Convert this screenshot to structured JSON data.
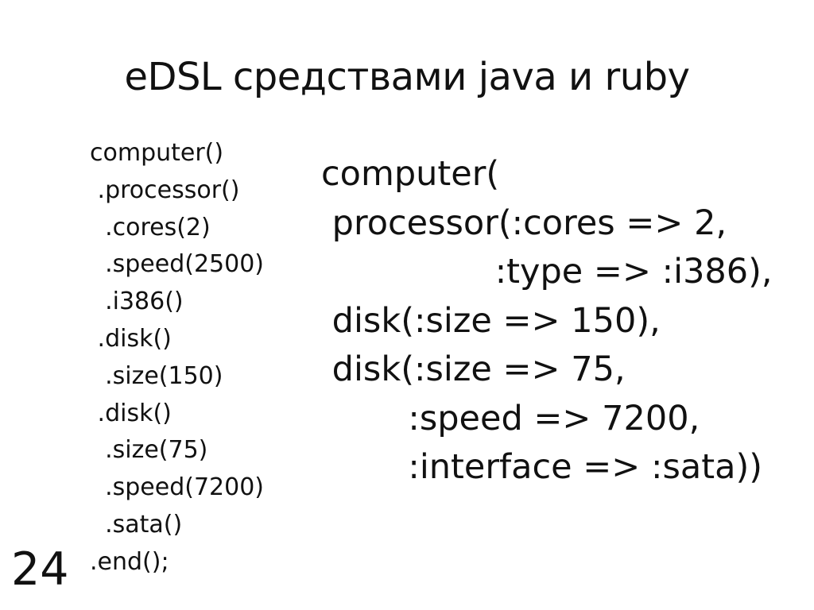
{
  "slide": {
    "title": "eDSL средствами java и ruby",
    "page_number": "24",
    "colors": {
      "background": "#ffffff",
      "text": "#111111"
    },
    "java_code": {
      "lines": [
        "computer()",
        " .processor()",
        "  .cores(2)",
        "  .speed(2500)",
        "  .i386()",
        " .disk()",
        "  .size(150)",
        " .disk()",
        "  .size(75)",
        "  .speed(7200)",
        "  .sata()",
        ".end();"
      ]
    },
    "ruby_code": {
      "lines": [
        "computer(",
        " processor(:cores => 2,",
        "                :type => :i386),",
        " disk(:size => 150),",
        " disk(:size => 75,",
        "        :speed => 7200,",
        "        :interface => :sata))"
      ]
    }
  }
}
